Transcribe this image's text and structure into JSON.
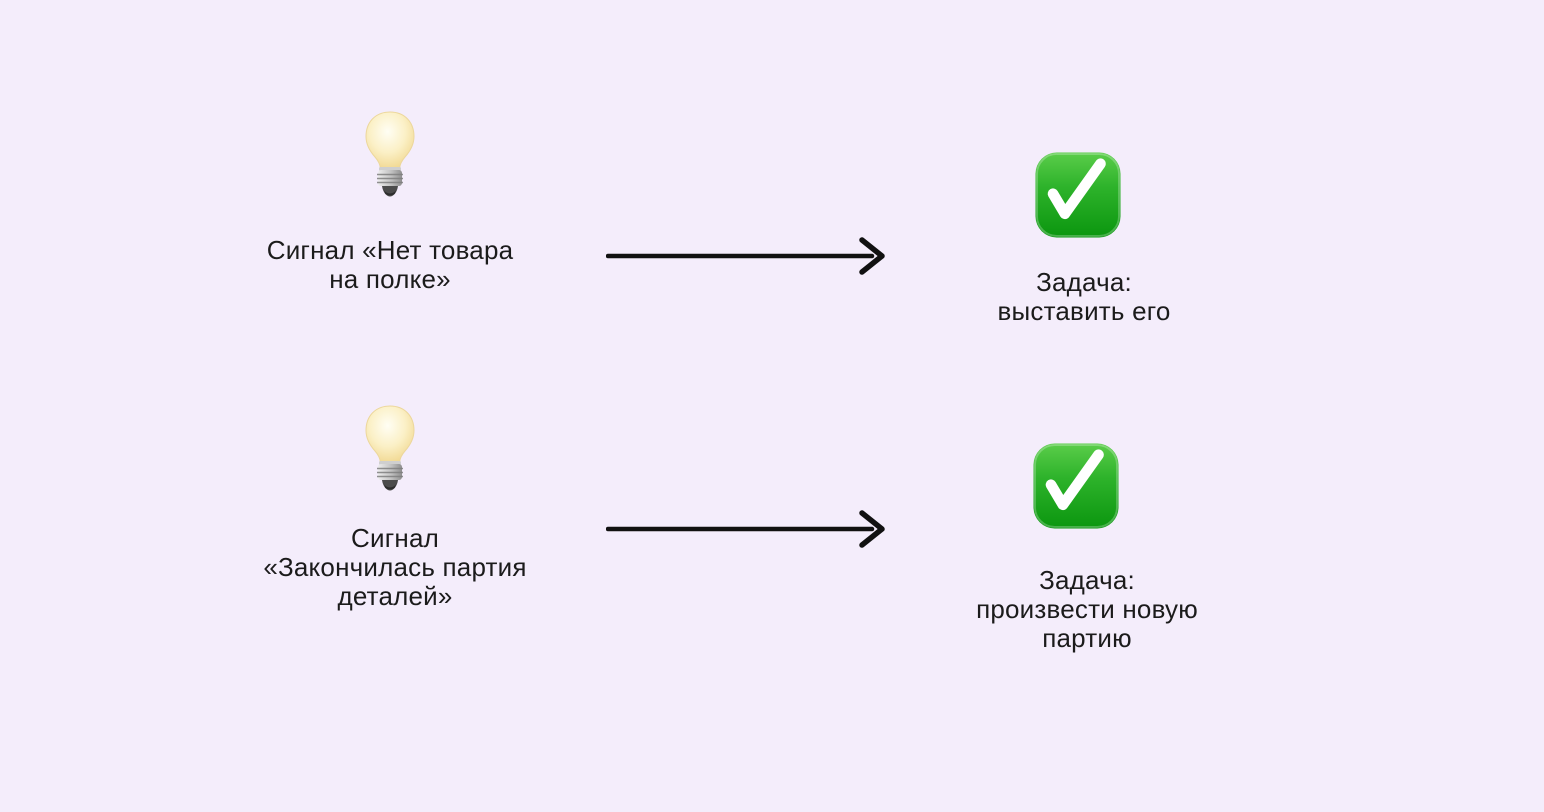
{
  "colors": {
    "background": "#f4edfb",
    "arrow": "#111111",
    "text": "#1b1b1b",
    "check_green_top": "#5bcd4a",
    "check_green_bottom": "#0b960f",
    "bulb_yellow": "#efd386"
  },
  "rows": [
    {
      "signal": {
        "icon": "lightbulb",
        "label": "Сигнал «Нет товара\nна полке»"
      },
      "connector": "right-arrow",
      "task": {
        "icon": "green-check",
        "label": "Задача:\nвыставить его"
      }
    },
    {
      "signal": {
        "icon": "lightbulb",
        "label": "Сигнал\n«Закончилась партия\nдеталей»"
      },
      "connector": "right-arrow",
      "task": {
        "icon": "green-check",
        "label": "Задача:\nпроизвести новую\nпартию"
      }
    }
  ]
}
